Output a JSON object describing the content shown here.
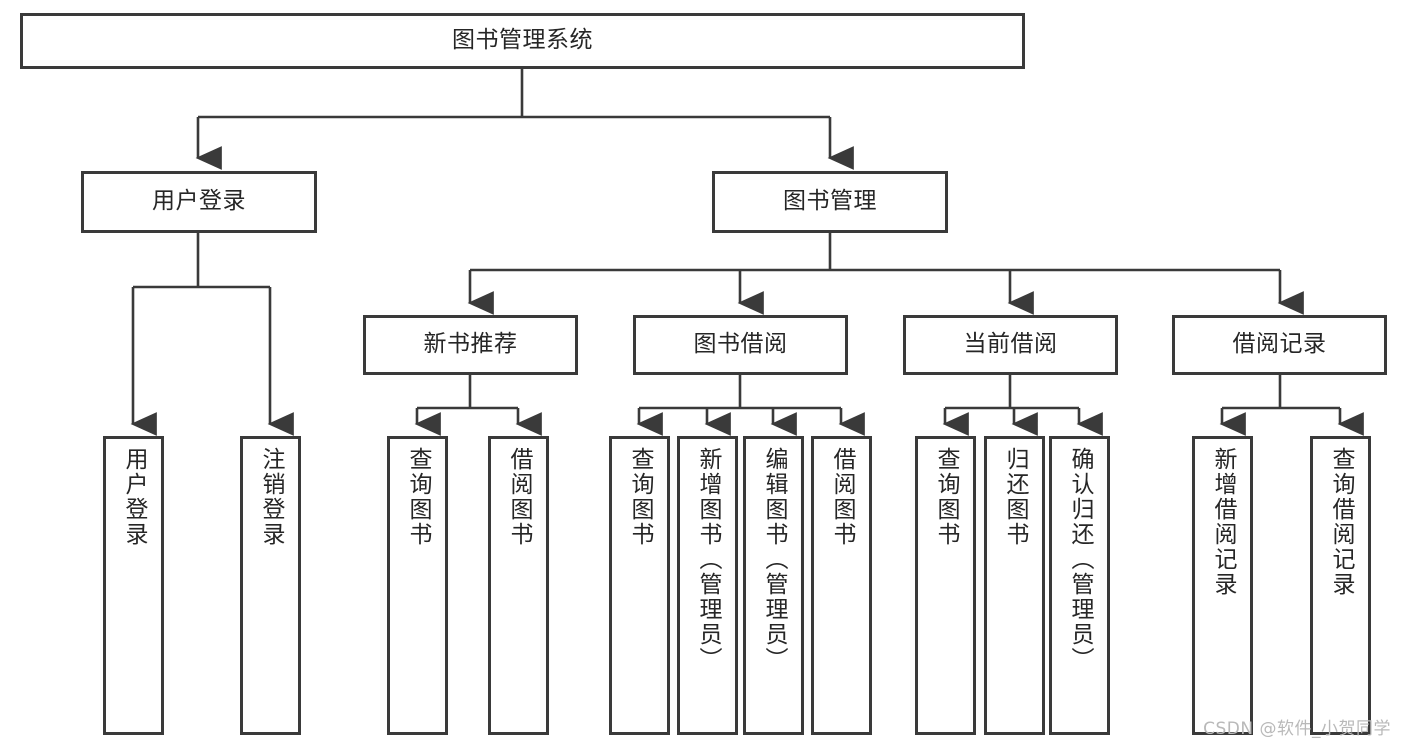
{
  "diagram": {
    "title": "图书管理系统",
    "root": {
      "label": "图书管理系统"
    },
    "level2": [
      {
        "label": "用户登录"
      },
      {
        "label": "图书管理"
      }
    ],
    "level3": [
      {
        "label": "新书推荐"
      },
      {
        "label": "图书借阅"
      },
      {
        "label": "当前借阅"
      },
      {
        "label": "借阅记录"
      }
    ],
    "leaves": {
      "user_login": [
        {
          "label": "用户登录"
        },
        {
          "label": "注销登录"
        }
      ],
      "new_book_recommend": [
        {
          "label": "查询图书"
        },
        {
          "label": "借阅图书"
        }
      ],
      "book_borrow": [
        {
          "label": "查询图书"
        },
        {
          "label": "新增图书（管理员）"
        },
        {
          "label": "编辑图书（管理员）"
        },
        {
          "label": "借阅图书"
        }
      ],
      "current_borrow": [
        {
          "label": "查询图书"
        },
        {
          "label": "归还图书"
        },
        {
          "label": "确认归还（管理员）"
        }
      ],
      "borrow_records": [
        {
          "label": "新增借阅记录"
        },
        {
          "label": "查询借阅记录"
        }
      ]
    }
  },
  "watermark": {
    "text": "CSDN @软件_小贺同学"
  },
  "colors": {
    "stroke": "#3a3a3a",
    "text": "#262626",
    "background": "#ffffff",
    "watermark": "#b9b9b9"
  }
}
